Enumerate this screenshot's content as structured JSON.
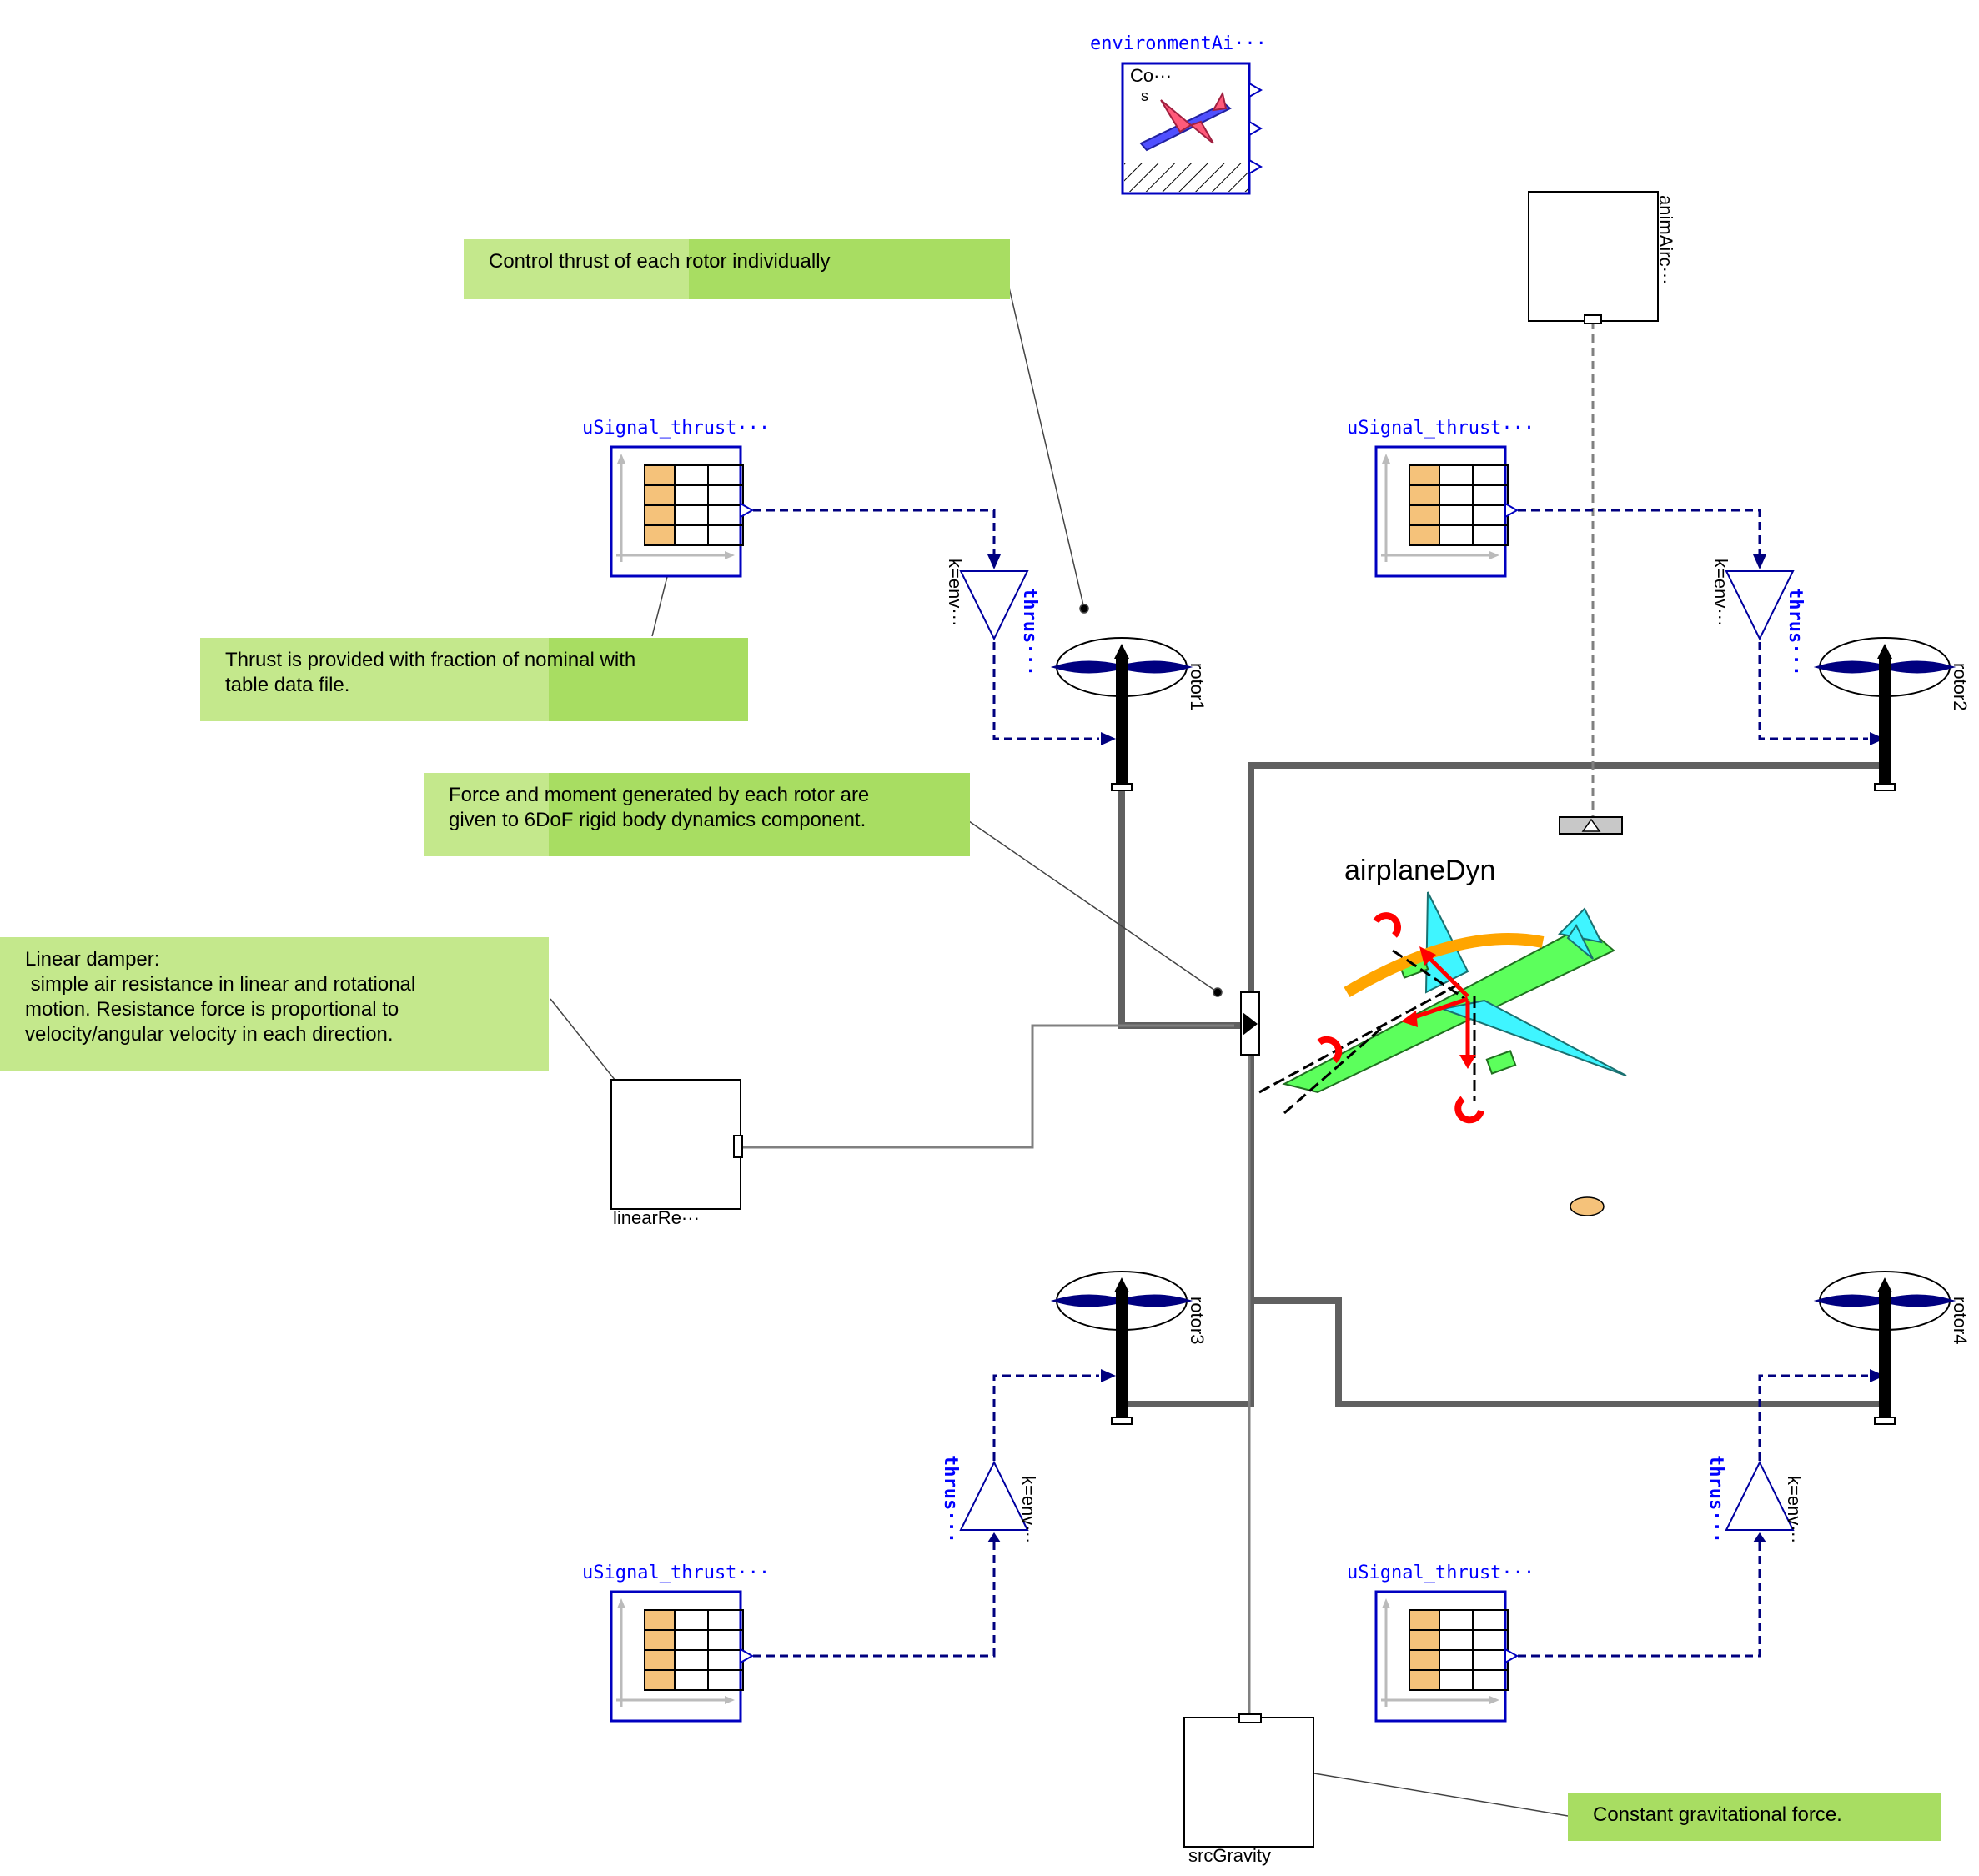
{
  "colors": {
    "annotation_light": "#c4e88c",
    "annotation_dark": "#a8dd62",
    "signal_line": "#00007f",
    "label_blue": "#0000ff",
    "mechanical_connection": "#606060"
  },
  "components": {
    "environment": {
      "label": "environmentAi···",
      "inner_label": "Co···",
      "inner_sub": "s",
      "icon": "airplane-icon"
    },
    "animation": {
      "label": "animAirc···"
    },
    "signals": [
      {
        "label": "uSignal_thrust···",
        "icon": "table-icon"
      },
      {
        "label": "uSignal_thrust···",
        "icon": "table-icon"
      },
      {
        "label": "uSignal_thrust···",
        "icon": "table-icon"
      },
      {
        "label": "uSignal_thrust···",
        "icon": "table-icon"
      }
    ],
    "gains": [
      {
        "name_label": "thrus···",
        "param_label": "k=env···"
      },
      {
        "name_label": "thrus···",
        "param_label": "k=env···"
      },
      {
        "name_label": "thrus···",
        "param_label": "k=env···"
      },
      {
        "name_label": "thrus···",
        "param_label": "k=env···"
      }
    ],
    "rotors": [
      {
        "label": "rotor1",
        "icon": "propeller-icon"
      },
      {
        "label": "rotor2",
        "icon": "propeller-icon"
      },
      {
        "label": "rotor3",
        "icon": "propeller-icon"
      },
      {
        "label": "rotor4",
        "icon": "propeller-icon"
      }
    ],
    "airframe": {
      "label": "airplaneDyn",
      "icon": "airplane-rigid-body-icon"
    },
    "damper": {
      "label": "linearRe···"
    },
    "gravity": {
      "label": "srcGravity"
    }
  },
  "annotations": {
    "rotor_control": "Control thrust of each rotor individually",
    "thrust_table": "Thrust is provided with fraction of nominal with\ntable data file.",
    "force_moment": "Force and moment generated by each rotor are\ngiven to 6DoF rigid body dynamics component.",
    "damper": "Linear damper:\n simple air resistance in linear and rotational\nmotion. Resistance force is proportional to\nvelocity/angular velocity in each direction.",
    "gravity": "Constant gravitational force."
  }
}
